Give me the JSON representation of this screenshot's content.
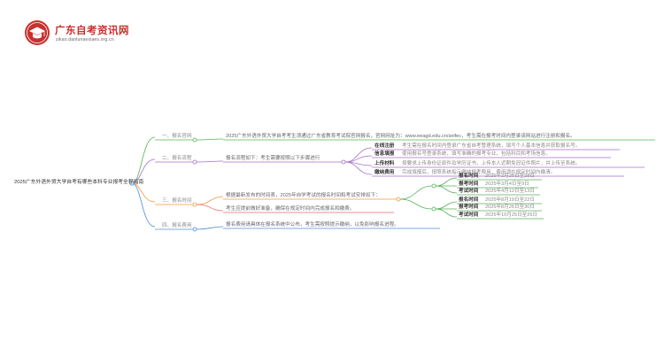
{
  "logo": {
    "title": "广东自考资讯网",
    "subtitle": "zikao.danlunaexiaes.org.cn"
  },
  "colors": {
    "green": "#57b25a",
    "purple": "#a46fc8",
    "orange": "#ef9a3a",
    "red": "#e86a6a",
    "blue": "#4d8fd6",
    "logo_red": "#c8312e"
  },
  "root": "2025广东外语外贸大学自考有哪些本科专业报考全程指南",
  "branches": [
    {
      "label": "一、报名官网",
      "text": "2025广东外语外贸大学自考考生须通过广东省教育考试院官网报名，官网网址为：www.eeagd.edu.cn/selfec，考生需在报考时间内登录该网站进行注册和报名。"
    },
    {
      "label": "二、报名流程",
      "text": "报名流程如下：考生需要按照以下步骤进行",
      "steps": [
        {
          "label": "在线注册",
          "text": "考生需在报名时间内登录广东省自考管理系统，填写个人基本信息并获取报名号。"
        },
        {
          "label": "信息填报",
          "text": "使用报名号登录系统，填写准确的报考专业，包括科目和考场信息。"
        },
        {
          "label": "上传材料",
          "text": "按要求上传身份证原件及学历证书，上传本人近期免冠证件照片，并上传至系统。"
        },
        {
          "label": "缴纳费用",
          "text": "完成填报后，按照系统指示缴纳报考费用，费用须在规定时间内缴清。"
        }
      ]
    },
    {
      "label": "三、报名时间",
      "text": "根据最新发布的时间表，2025年自学考试的报名时间和考试安排如下：",
      "note": "考生应提前做好准备，确保在规定时间内完成报名和缴费。",
      "sessions": [
        {
          "rows": [
            {
              "label": "报名时间",
              "value": "2025年2月25日至28日"
            },
            {
              "label": "报考时间",
              "value": "2025年3月4日至9日"
            },
            {
              "label": "考试时间",
              "value": "2025年4月12日至13日"
            }
          ]
        },
        {
          "rows": [
            {
              "label": "报名时间",
              "value": "2025年8月19日至22日"
            },
            {
              "label": "报考时间",
              "value": "2025年8月26日至30日"
            },
            {
              "label": "考试时间",
              "value": "2025年10月25日至26日"
            }
          ]
        }
      ]
    },
    {
      "label": "四、报名费用",
      "text": "报名费用请具体在报名系统中公布，考生需按照提示缴纳，以免影响报名进程。"
    }
  ]
}
